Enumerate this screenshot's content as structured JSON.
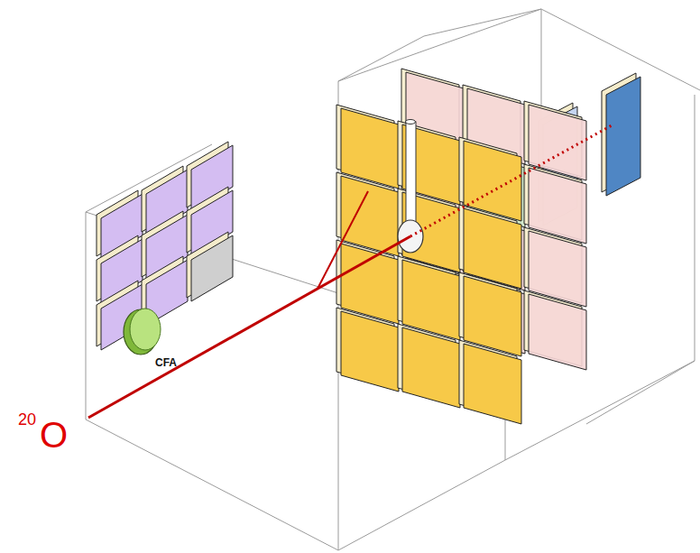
{
  "diagram": {
    "labels": [
      "20",
      "O",
      "CFA"
    ]
  }
}
